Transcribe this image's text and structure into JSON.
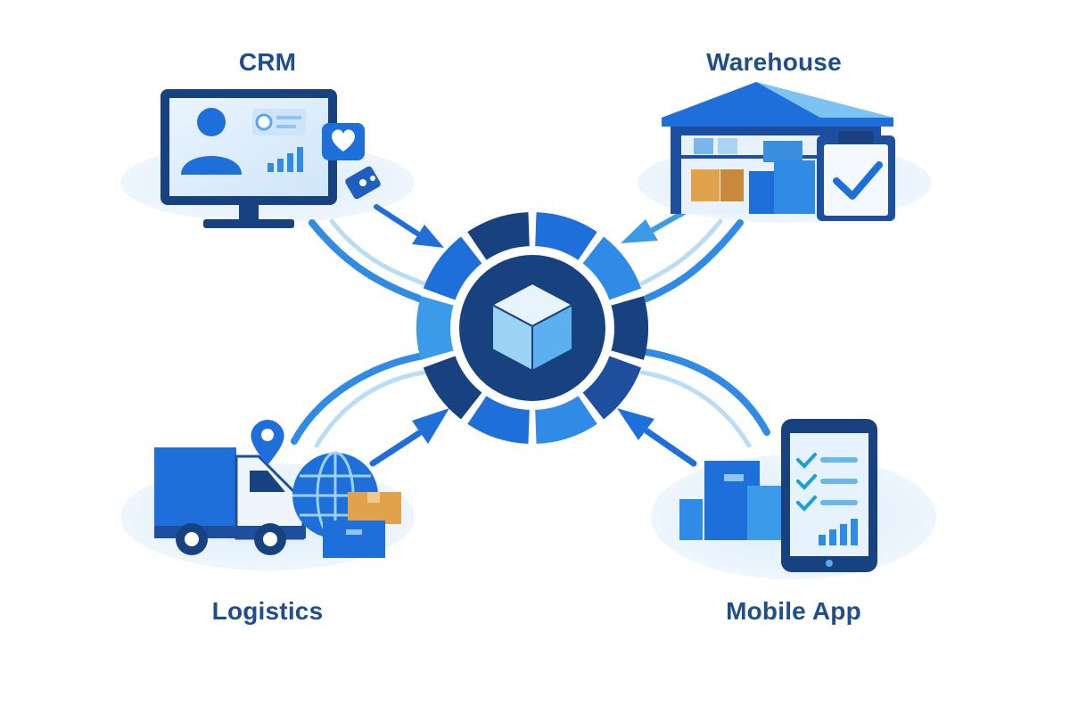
{
  "labels": {
    "crm": "CRM",
    "warehouse": "Warehouse",
    "logistics": "Logistics",
    "mobile_app": "Mobile App"
  },
  "icons": {
    "hub": "cube-icon",
    "crm": [
      "monitor-icon",
      "user-icon",
      "heart-icon",
      "puzzle-icon",
      "bar-chart-icon"
    ],
    "warehouse": [
      "warehouse-icon",
      "boxes-icon",
      "clipboard-check-icon"
    ],
    "logistics": [
      "truck-icon",
      "map-pin-icon",
      "globe-icon",
      "boxes-icon"
    ],
    "mobile_app": [
      "smartphone-icon",
      "checklist-icon",
      "bar-chart-icon"
    ]
  },
  "colors": {
    "label": "#1f4e8c",
    "navy": "#17427f",
    "blue": "#1e6fd9",
    "mid_blue": "#2f8be6",
    "light_blue": "#7cc3f3",
    "pale_blue": "#e6f1fb",
    "box_orange": "#e0a24a"
  }
}
